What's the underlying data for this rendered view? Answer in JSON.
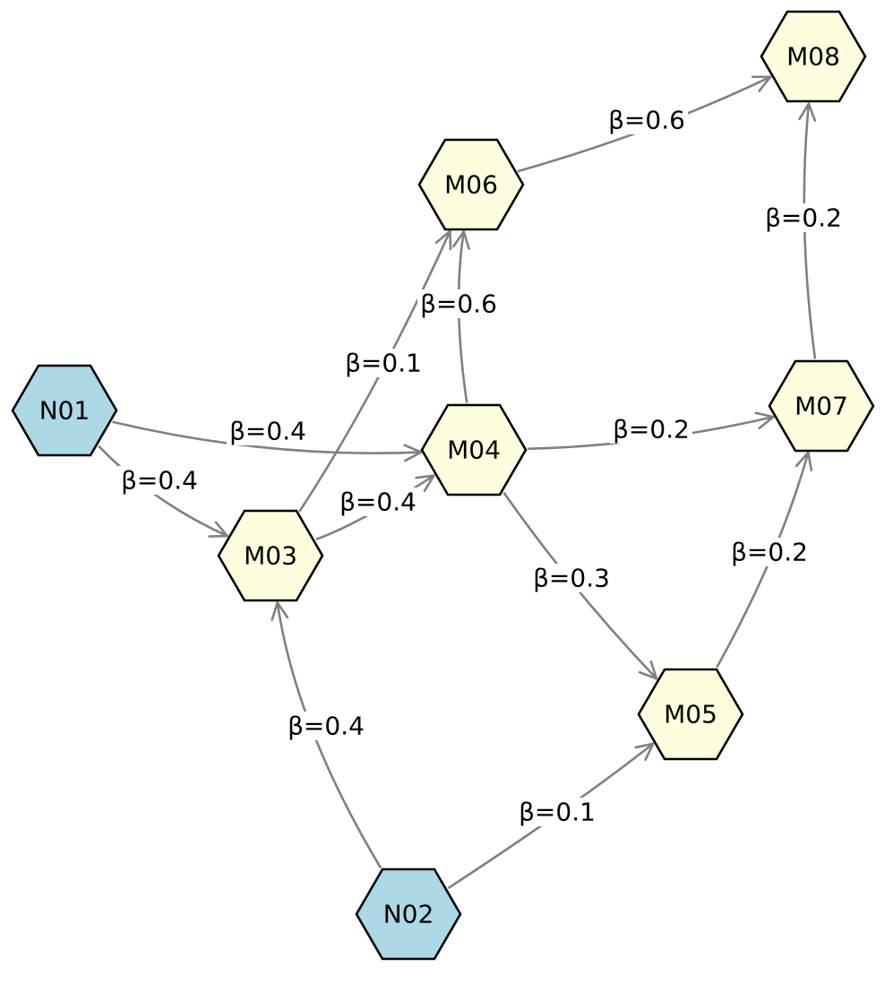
{
  "nodes": [
    {
      "id": "N01",
      "label": "N01",
      "fill": "#add8e6"
    },
    {
      "id": "N02",
      "label": "N02",
      "fill": "#add8e6"
    },
    {
      "id": "M03",
      "label": "M03",
      "fill": "#ffffe0"
    },
    {
      "id": "M04",
      "label": "M04",
      "fill": "#ffffe0"
    },
    {
      "id": "M05",
      "label": "M05",
      "fill": "#ffffe0"
    },
    {
      "id": "M06",
      "label": "M06",
      "fill": "#ffffe0"
    },
    {
      "id": "M07",
      "label": "M07",
      "fill": "#ffffe0"
    },
    {
      "id": "M08",
      "label": "M08",
      "fill": "#ffffe0"
    }
  ],
  "edges": [
    {
      "from": "N01",
      "to": "M04",
      "label": "β=0.4"
    },
    {
      "from": "N01",
      "to": "M03",
      "label": "β=0.4"
    },
    {
      "from": "M03",
      "to": "M06",
      "label": "β=0.1"
    },
    {
      "from": "M03",
      "to": "M04",
      "label": "β=0.4"
    },
    {
      "from": "M04",
      "to": "M06",
      "label": "β=0.6"
    },
    {
      "from": "M04",
      "to": "M07",
      "label": "β=0.2"
    },
    {
      "from": "M04",
      "to": "M05",
      "label": "β=0.3"
    },
    {
      "from": "M06",
      "to": "M08",
      "label": "β=0.6"
    },
    {
      "from": "M07",
      "to": "M08",
      "label": "β=0.2"
    },
    {
      "from": "M05",
      "to": "M07",
      "label": "β=0.2"
    },
    {
      "from": "N02",
      "to": "M03",
      "label": "β=0.4"
    },
    {
      "from": "N02",
      "to": "M05",
      "label": "β=0.1"
    }
  ],
  "colors": {
    "edge": "#808080",
    "source_node": "#add8e6",
    "mediator_node": "#ffffe0",
    "node_border": "#000000"
  }
}
